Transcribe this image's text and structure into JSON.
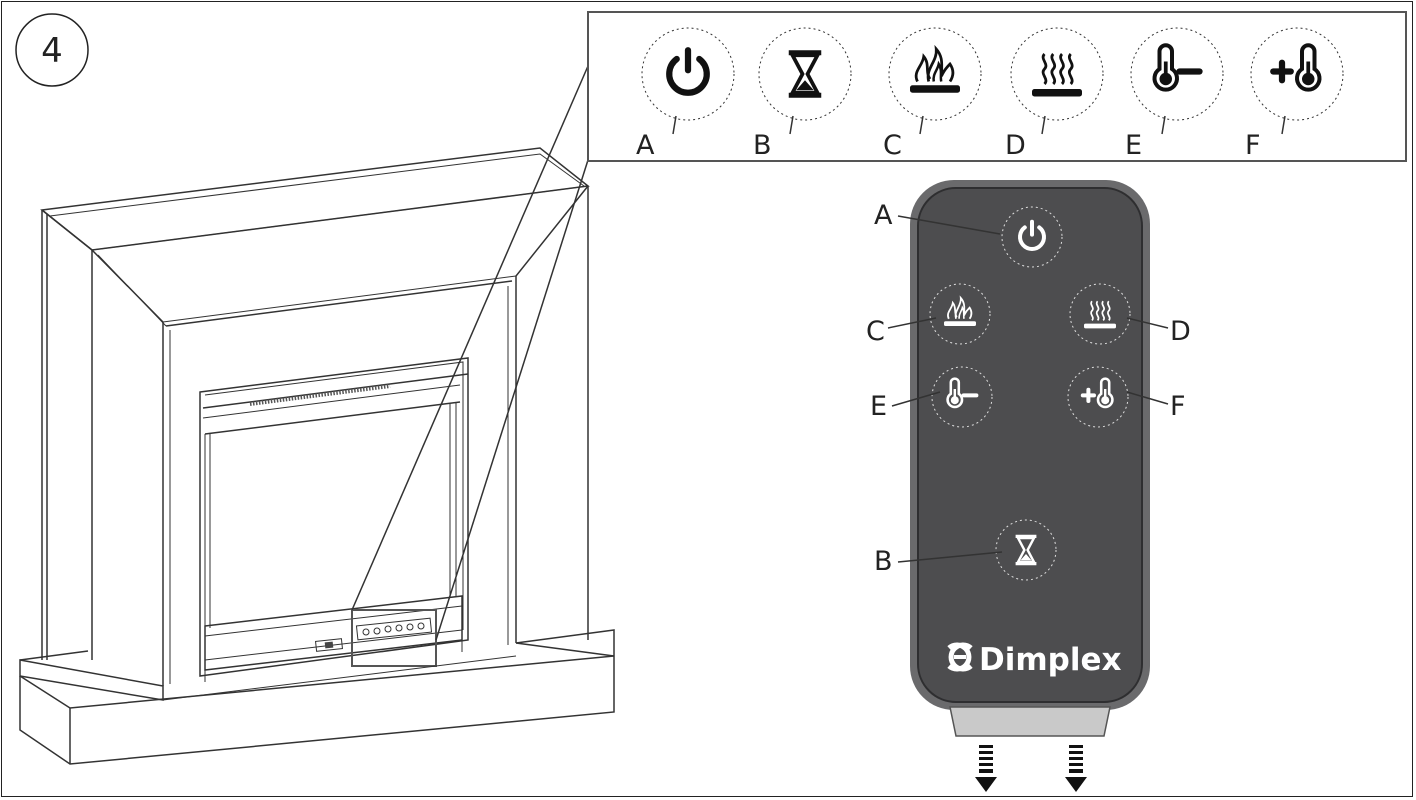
{
  "step": {
    "number": "4"
  },
  "legend": {
    "items": [
      {
        "letter": "A",
        "icon": "power-icon"
      },
      {
        "letter": "B",
        "icon": "hourglass-timer-icon"
      },
      {
        "letter": "C",
        "icon": "flame-icon"
      },
      {
        "letter": "D",
        "icon": "heat-icon"
      },
      {
        "letter": "E",
        "icon": "thermometer-minus-icon"
      },
      {
        "letter": "F",
        "icon": "thermometer-plus-icon"
      }
    ]
  },
  "remote": {
    "brand": "Dimplex",
    "labels": {
      "A": "A",
      "B": "B",
      "C": "C",
      "D": "D",
      "E": "E",
      "F": "F"
    },
    "body_color": "#4d4d4f",
    "accent_color": "#ffffff"
  }
}
